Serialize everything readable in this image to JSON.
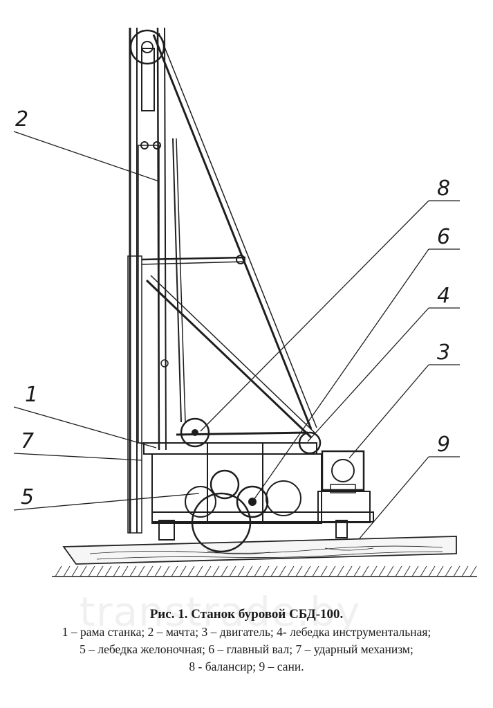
{
  "watermark": "transtrade.by",
  "figure": {
    "title": "Рис. 1. Станок буровой СБД-100.",
    "legend_lines": [
      "1 – рама станка; 2 – мачта; 3 – двигатель; 4- лебедка инструментальная;",
      "5 – лебедка желоночная; 6 – главный вал; 7 – ударный механизм;",
      "8 - балансир; 9 – сани."
    ]
  },
  "callouts": [
    {
      "id": "callout-1",
      "label": "1"
    },
    {
      "id": "callout-2",
      "label": "2"
    },
    {
      "id": "callout-3",
      "label": "3"
    },
    {
      "id": "callout-4",
      "label": "4"
    },
    {
      "id": "callout-5",
      "label": "5"
    },
    {
      "id": "callout-6",
      "label": "6"
    },
    {
      "id": "callout-7",
      "label": "7"
    },
    {
      "id": "callout-8",
      "label": "8"
    },
    {
      "id": "callout-9",
      "label": "9"
    }
  ]
}
